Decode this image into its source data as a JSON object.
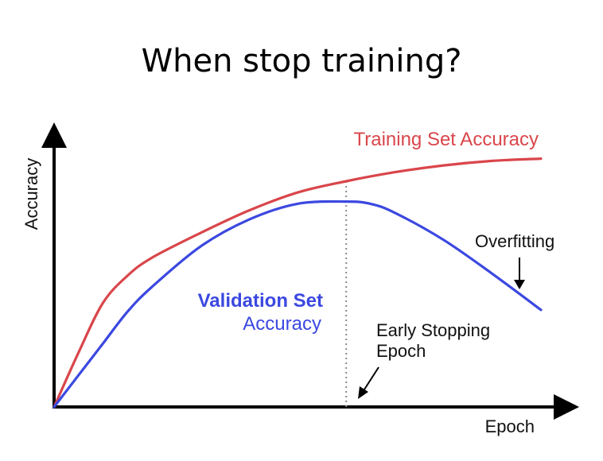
{
  "chart_data": {
    "type": "line",
    "title": "When stop training?",
    "xlabel": "Epoch",
    "ylabel": "Accuracy",
    "xlim": [
      0,
      100
    ],
    "ylim": [
      0,
      100
    ],
    "grid": false,
    "legend": "none",
    "colors": {
      "training": "#d9464b",
      "validation": "#3b48e0",
      "axis": "#000000",
      "marker": "#888888"
    },
    "series": [
      {
        "name": "Training Set Accuracy",
        "x": [
          0,
          5,
          10,
          15,
          20,
          30,
          40,
          50,
          60,
          70,
          80,
          90,
          100
        ],
        "values": [
          0,
          24,
          46,
          58,
          66,
          77,
          87,
          95,
          100,
          104,
          107,
          109,
          110
        ]
      },
      {
        "name": "Validation Set Accuracy",
        "x": [
          0,
          5,
          10,
          15,
          20,
          30,
          40,
          50,
          60,
          65,
          70,
          80,
          90,
          100
        ],
        "values": [
          0,
          14,
          28,
          42,
          53,
          71,
          83,
          90,
          91,
          90,
          86,
          74,
          59,
          43
        ]
      }
    ],
    "annotations": {
      "training_label": "Training Set Accuracy",
      "validation_label_line1": "Validation Set",
      "validation_label_line2": "Accuracy",
      "overfitting": "Overfitting",
      "early_stop_line1": "Early Stopping",
      "early_stop_line2": "Epoch"
    },
    "early_stopping_epoch": 60
  }
}
